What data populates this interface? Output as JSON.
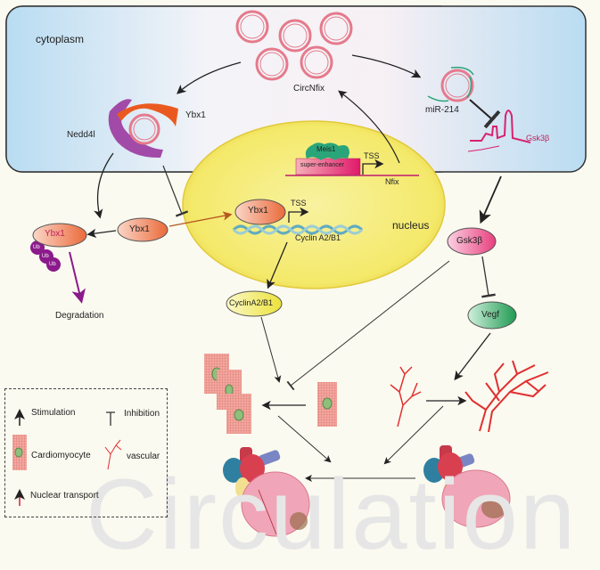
{
  "figure": {
    "compartments": {
      "cytoplasm": "cytoplasm",
      "nucleus": "nucleus"
    },
    "molecules": {
      "circnfix": "CircNfix",
      "mir214": "miR-214",
      "gsk3b_rna": "Gsk3β",
      "nedd4l": "Nedd4l",
      "ybx1_complex": "Ybx1",
      "ybx1_ub": "Ybx1",
      "ub": "Ub",
      "ybx1_cyto": "Ybx1",
      "ybx1_nuc": "Ybx1",
      "meis1": "Meis1",
      "super_enhancer": "super-enhancer",
      "tss_nfix": "TSS",
      "nfix": "Nfix",
      "tss_cyclin": "TSS",
      "cyclin_gene": "Cyclin A2/B1",
      "cyclin_protein": "CyclinA2/B1",
      "gsk3b_protein": "Gsk3β",
      "vegf": "Vegf",
      "degradation": "Degradation"
    },
    "colors": {
      "cell_bg": "#cfe6f5",
      "nucleus": "#f3ea6a",
      "ybx1": "#f08a5d",
      "gsk3b": "#f06fa0",
      "vegf": "#3ea868",
      "cyclin": "#f2ec5a",
      "ub": "#8b1a8b",
      "nedd4l": "#a24aa8",
      "circrna": "#e57a8c",
      "mir": "#2aa57a",
      "vessel": "#e03030"
    },
    "watermark": "Circulation"
  },
  "legend": {
    "items": [
      {
        "icon": "stimulation-arrow",
        "label": "Stimulation"
      },
      {
        "icon": "inhibition-bar",
        "label": "Inhibition"
      },
      {
        "icon": "cardiomyocyte",
        "label": "Cardiomyocyte"
      },
      {
        "icon": "vascular",
        "label": "vascular"
      },
      {
        "icon": "nuclear-transport-arrow",
        "label": "Nuclear transport"
      }
    ]
  }
}
